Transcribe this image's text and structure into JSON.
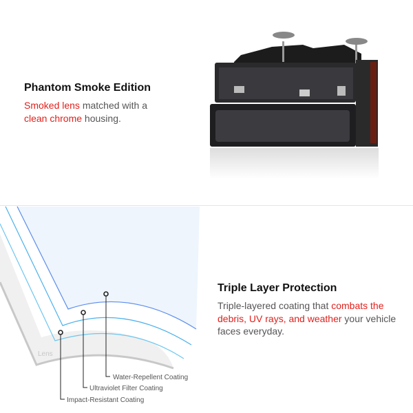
{
  "section1": {
    "title": "Phantom Smoke Edition",
    "line1_red": "Smoked lens",
    "line1_rest": " matched with a",
    "line2_red": "clean chrome",
    "line2_rest": " housing."
  },
  "section2": {
    "title": "Triple Layer Protection",
    "p1": "Triple-layered coating that ",
    "p1_red": "combats the debris, UV rays, and weather",
    "p2": " your vehicle faces everyday."
  },
  "diagram": {
    "lens_label": "Lens",
    "labels": [
      "Water-Repellent Coating",
      "Ultraviolet Filter Coating",
      "Impact-Resistant Coating"
    ]
  },
  "colors": {
    "accent_red": "#e0201c"
  }
}
